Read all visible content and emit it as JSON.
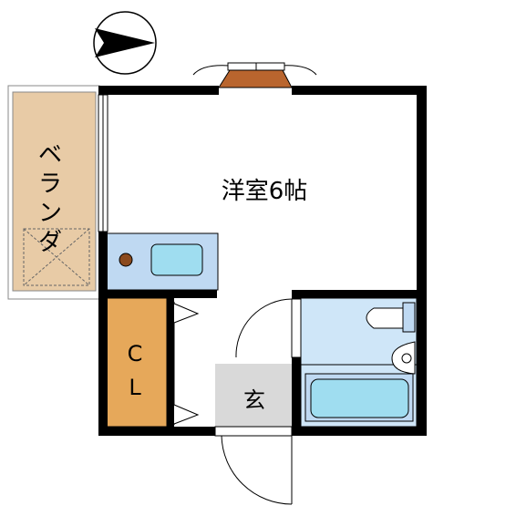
{
  "floorplan": {
    "rooms": {
      "western_room": {
        "label": "洋室6帖"
      },
      "veranda": {
        "label_chars": [
          "ベ",
          "ラ",
          "ン",
          "ダ"
        ]
      },
      "closet": {
        "label_line1": "C",
        "label_line2": "L"
      },
      "entrance": {
        "label": "玄"
      }
    },
    "compass": {
      "direction": "north-arrow-pointing-right"
    }
  },
  "colors": {
    "wall": "#000000",
    "veranda_fill": "#E8CBA6",
    "closet_fill": "#E6A85A",
    "kitchen_fill": "#BFD9F2",
    "sink_fill": "#9FDDF0",
    "bath_fill": "#CFE6F8",
    "entrance_fill": "#D9D9D9",
    "aircon_fill": "#B9652E"
  }
}
